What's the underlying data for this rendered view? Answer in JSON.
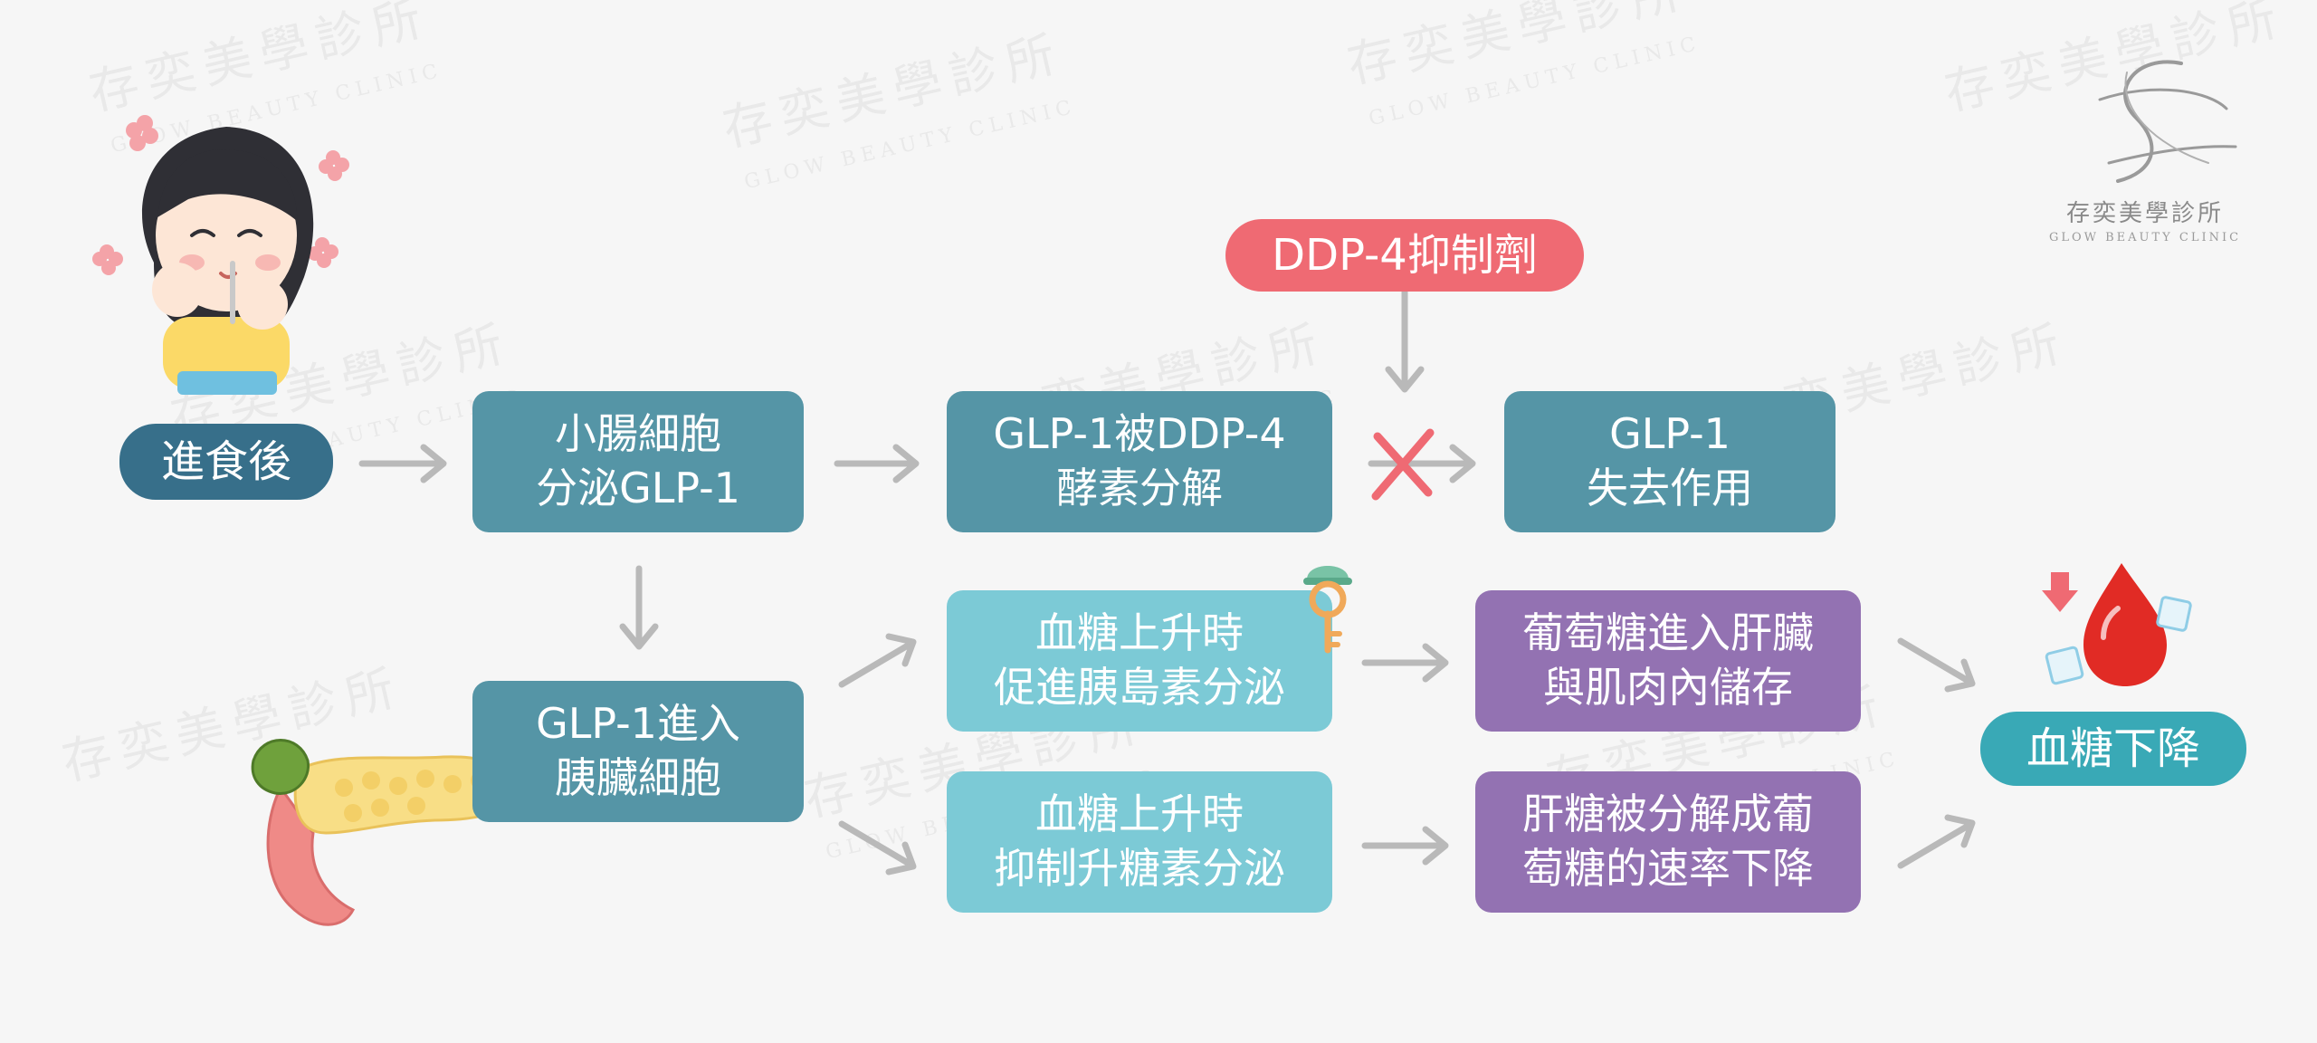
{
  "watermark": {
    "cn": "存奕美學診所",
    "en": "GLOW BEAUTY CLINIC"
  },
  "logo": {
    "cn": "存奕美學診所",
    "en": "GLOW BEAUTY CLINIC",
    "icon": "signature-s-logo"
  },
  "colors": {
    "dark_box": "#5595a6",
    "light_box": "#7ccad6",
    "purple_box": "#9372b2",
    "pill_dark": "#376f8a",
    "pill_red": "#ef6a73",
    "pill_teal": "#39a9b6",
    "arrow": "#b9b9b9",
    "cross": "#ef6a73"
  },
  "nodes": {
    "after_eating": {
      "text": "進食後"
    },
    "small_intestine": {
      "line1": "小腸細胞",
      "line2": "分泌GLP-1"
    },
    "glp1_breakdown": {
      "line1": "GLP-1被DDP-4",
      "line2": "酵素分解"
    },
    "ddp4_inhibitor": {
      "text": "DDP-4抑制劑"
    },
    "glp1_inactive": {
      "line1": "GLP-1",
      "line2": "失去作用"
    },
    "glp1_pancreas": {
      "line1": "GLP-1進入",
      "line2": "胰臟細胞"
    },
    "insulin": {
      "line1": "血糖上升時",
      "line2": "促進胰島素分泌"
    },
    "glucagon": {
      "line1": "血糖上升時",
      "line2": "抑制升糖素分泌"
    },
    "glucose_storage": {
      "line1": "葡萄糖進入肝臟",
      "line2": "與肌肉內儲存"
    },
    "glycogen_rate": {
      "line1": "肝糖被分解成葡",
      "line2": "萄糖的速率下降"
    },
    "blood_sugar_down": {
      "text": "血糖下降"
    }
  },
  "illustrations": [
    "girl-eating-illustration",
    "pancreas-illustration",
    "key-icon",
    "blood-drop-icon",
    "sugar-cube-icon",
    "down-arrow-icon",
    "cross-icon",
    "flower-icon"
  ]
}
